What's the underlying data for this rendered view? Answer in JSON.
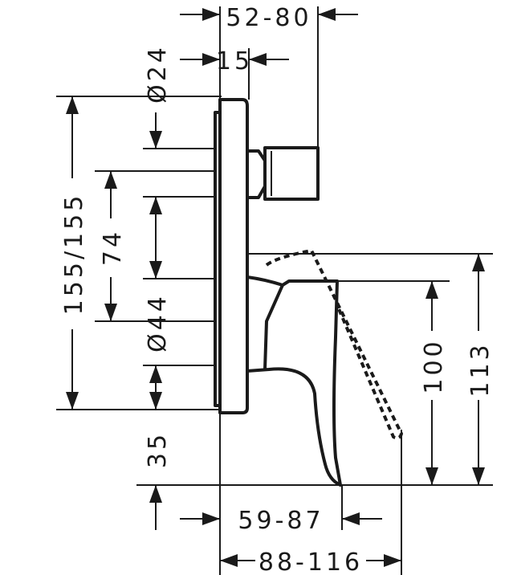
{
  "dimensions": {
    "top_width": "52-80",
    "top_offset": "15",
    "diameter_upper": "Ø24",
    "diameter_lower": "Ø44",
    "total_height": "155/155",
    "upper_height": "74",
    "bottom_offset": "35",
    "spout_height": "100",
    "lever_height": "113",
    "bottom_width_inner": "59-87",
    "bottom_width_outer": "88-116"
  },
  "colors": {
    "ink": "#1a1a1a",
    "background": "#ffffff"
  }
}
